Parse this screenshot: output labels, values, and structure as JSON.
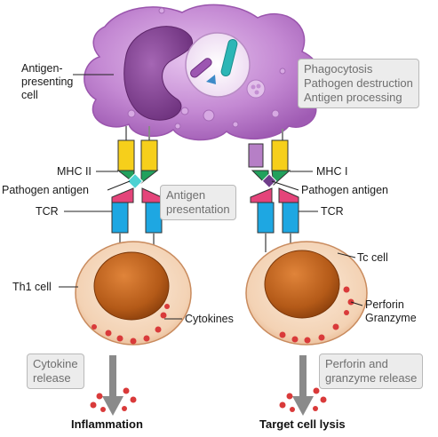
{
  "labels": {
    "apc": "Antigen-\npresenting\ncell",
    "mhc2": "MHC II",
    "pathogen_antigen_left": "Pathogen antigen",
    "tcr_left": "TCR",
    "th1": "Th1 cell",
    "cytokines": "Cytokines",
    "mhc1": "MHC I",
    "pathogen_antigen_right": "Pathogen antigen",
    "tcr_right": "TCR",
    "tc": "Tc cell",
    "perforin_granzyme": "Perforin\nGranzyme"
  },
  "boxes": {
    "phagocytosis": "Phagocytosis\nPathogen destruction\nAntigen processing",
    "antigen_presentation": "Antigen\npresentation",
    "cytokine_release": "Cytokine\nrelease",
    "perforin_release": "Perforin and\ngranzyme release"
  },
  "outcomes": {
    "inflammation": "Inflammation",
    "lysis": "Target cell lysis"
  },
  "colors": {
    "apc_membrane": "#b36fc6",
    "apc_nucleus": "#7e3f8e",
    "mhc_yellow": "#f6cf1b",
    "mhc_green": "#22a15c",
    "tcr_blue": "#1ea7e2",
    "tcr_pink": "#e4447a",
    "tcell_body": "#f5d9be",
    "tcell_nucleus": "#b85c1a",
    "granule_red": "#d93a3a",
    "arrow_gray": "#8a8a8a"
  }
}
